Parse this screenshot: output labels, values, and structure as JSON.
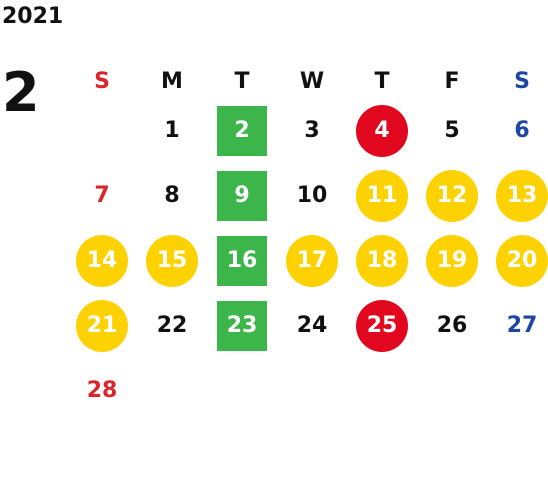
{
  "year": "2021",
  "month": "2",
  "weekdays": [
    "S",
    "M",
    "T",
    "W",
    "T",
    "F",
    "S"
  ],
  "colors": {
    "sunday": "#d9262b",
    "saturday": "#1c46a3",
    "holiday_red": "#e0071f",
    "highlight_yellow": "#fed100",
    "highlight_green": "#3cb54a"
  },
  "weeks": [
    [
      {
        "day": ""
      },
      {
        "day": "1",
        "style": "plain"
      },
      {
        "day": "2",
        "style": "green"
      },
      {
        "day": "3",
        "style": "plain"
      },
      {
        "day": "4",
        "style": "red"
      },
      {
        "day": "5",
        "style": "plain"
      },
      {
        "day": "6",
        "style": "sat"
      }
    ],
    [
      {
        "day": "7",
        "style": "sun"
      },
      {
        "day": "8",
        "style": "plain"
      },
      {
        "day": "9",
        "style": "green"
      },
      {
        "day": "10",
        "style": "plain"
      },
      {
        "day": "11",
        "style": "yellow"
      },
      {
        "day": "12",
        "style": "yellow"
      },
      {
        "day": "13",
        "style": "yellow"
      }
    ],
    [
      {
        "day": "14",
        "style": "yellow"
      },
      {
        "day": "15",
        "style": "yellow"
      },
      {
        "day": "16",
        "style": "green"
      },
      {
        "day": "17",
        "style": "yellow"
      },
      {
        "day": "18",
        "style": "yellow"
      },
      {
        "day": "19",
        "style": "yellow"
      },
      {
        "day": "20",
        "style": "yellow"
      }
    ],
    [
      {
        "day": "21",
        "style": "yellow"
      },
      {
        "day": "22",
        "style": "plain"
      },
      {
        "day": "23",
        "style": "green"
      },
      {
        "day": "24",
        "style": "plain"
      },
      {
        "day": "25",
        "style": "red"
      },
      {
        "day": "26",
        "style": "plain"
      },
      {
        "day": "27",
        "style": "sat"
      }
    ],
    [
      {
        "day": "28",
        "style": "sun"
      },
      {
        "day": ""
      },
      {
        "day": ""
      },
      {
        "day": ""
      },
      {
        "day": ""
      },
      {
        "day": ""
      },
      {
        "day": ""
      }
    ]
  ]
}
